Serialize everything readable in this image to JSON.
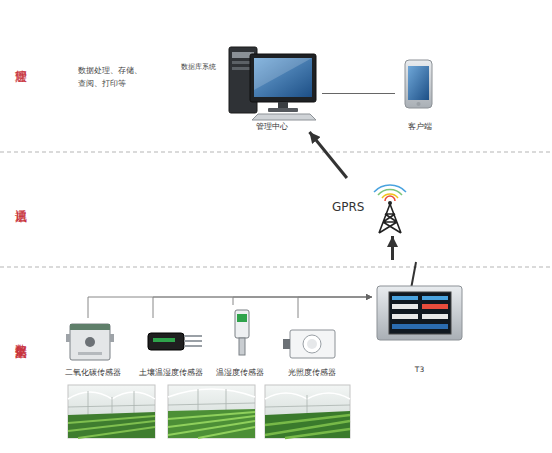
{
  "diagram": {
    "nodes": [
      {
        "text": [
          "管理中心"
        ]
      },
      {
        "text": [
          "客户端"
        ]
      },
      {
        "text": [
          "GPRS"
        ]
      },
      {
        "text": [
          "T3"
        ]
      },
      {
        "text": [
          "二氧化碳传感器"
        ]
      },
      {
        "text": [
          "土壤温湿度传感器"
        ]
      },
      {
        "text": [
          "温湿度传感器"
        ]
      },
      {
        "text": [
          "光照度传感器"
        ]
      }
    ],
    "edges": [
      {
        "from": 0,
        "to": 1,
        "arrow": "none"
      },
      {
        "from": 2,
        "to": 0,
        "arrow": "to"
      },
      {
        "from": 3,
        "to": 2,
        "arrow": "to"
      },
      {
        "from": 4,
        "to": 3,
        "arrow": "to"
      },
      {
        "from": 5,
        "to": 3,
        "arrow": "to"
      },
      {
        "from": 6,
        "to": 3,
        "arrow": "to"
      },
      {
        "from": 7,
        "to": 3,
        "arrow": "to"
      }
    ],
    "labels": [
      "管理层",
      "通讯层",
      "数据采集层",
      "数据处理、存储、 查阅、打印等",
      "数据库系统"
    ]
  }
}
